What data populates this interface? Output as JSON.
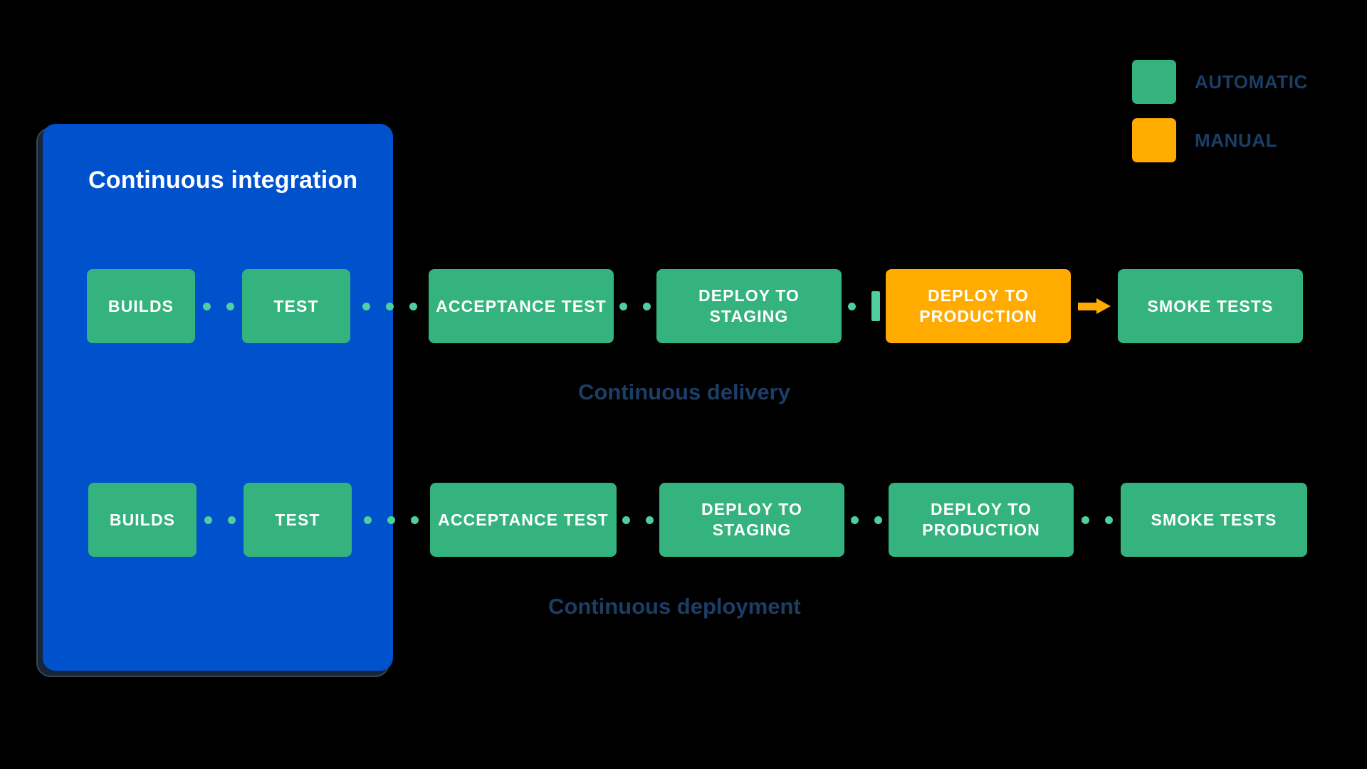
{
  "legend": {
    "items": [
      {
        "label": "AUTOMATIC",
        "color": "#35b37e",
        "swatch": "automatic-swatch"
      },
      {
        "label": "MANUAL",
        "color": "#ffab00",
        "swatch": "manual-swatch"
      }
    ]
  },
  "ci_panel": {
    "title": "Continuous integration",
    "color": "#0052cc"
  },
  "captions": {
    "delivery": "Continuous delivery",
    "deployment": "Continuous deployment"
  },
  "colors": {
    "automatic_green": "#35b37e",
    "manual_orange": "#ffab00",
    "ci_blue": "#0052cc",
    "text_navy": "#1c3e66",
    "dot_green": "#4ecf9b",
    "background": "#000000"
  },
  "pipelines": [
    {
      "name": "continuous-delivery",
      "caption": "Continuous delivery",
      "stages": [
        {
          "label": "BUILDS",
          "type": "automatic",
          "inside_ci": true
        },
        {
          "label": "TEST",
          "type": "automatic",
          "inside_ci": true
        },
        {
          "label": "ACCEPTANCE TEST",
          "type": "automatic",
          "inside_ci": false
        },
        {
          "label": "DEPLOY TO STAGING",
          "type": "automatic",
          "inside_ci": false
        },
        {
          "label": "DEPLOY TO PRODUCTION",
          "type": "manual",
          "inside_ci": false
        },
        {
          "label": "SMOKE TESTS",
          "type": "automatic",
          "inside_ci": false
        }
      ],
      "connectors": [
        "dotted",
        "dotted",
        "dotted",
        "gate",
        "arrow"
      ]
    },
    {
      "name": "continuous-deployment",
      "caption": "Continuous deployment",
      "stages": [
        {
          "label": "BUILDS",
          "type": "automatic",
          "inside_ci": true
        },
        {
          "label": "TEST",
          "type": "automatic",
          "inside_ci": true
        },
        {
          "label": "ACCEPTANCE TEST",
          "type": "automatic",
          "inside_ci": false
        },
        {
          "label": "DEPLOY TO STAGING",
          "type": "automatic",
          "inside_ci": false
        },
        {
          "label": "DEPLOY TO PRODUCTION",
          "type": "automatic",
          "inside_ci": false
        },
        {
          "label": "SMOKE TESTS",
          "type": "automatic",
          "inside_ci": false
        }
      ],
      "connectors": [
        "dotted",
        "dotted",
        "dotted",
        "dotted",
        "dotted"
      ]
    }
  ]
}
